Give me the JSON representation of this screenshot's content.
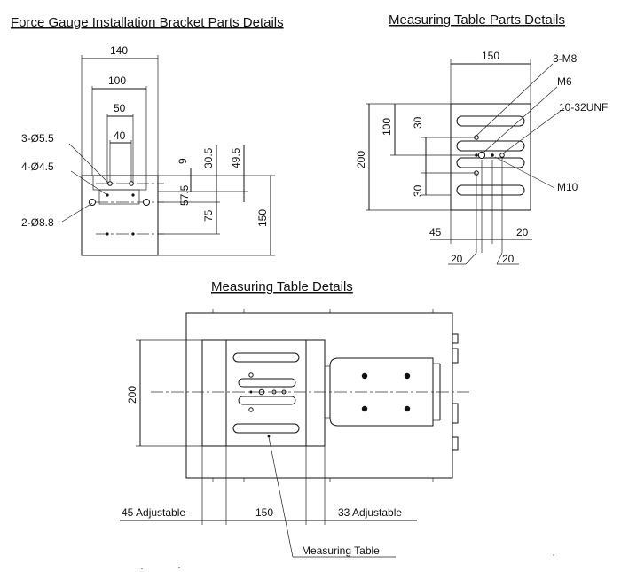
{
  "sections": {
    "bracket": {
      "title": "Force Gauge Installation Bracket Parts Details",
      "dims": {
        "w140": "140",
        "w100": "100",
        "w50": "50",
        "w40": "40",
        "v9": "9",
        "v30_5": "30.5",
        "v49_5": "49.5",
        "v57_5": "57.5",
        "v75": "75",
        "v150": "150"
      },
      "callouts": {
        "c1": "3-Ø5.5",
        "c2": "4-Ø4.5",
        "c3": "2-Ø8.8"
      }
    },
    "table_parts": {
      "title": "Measuring Table Parts Details",
      "dims": {
        "w150": "150",
        "h200": "200",
        "v100": "100",
        "v30a": "30",
        "v30b": "30",
        "b45": "45",
        "b20a": "20",
        "b20b": "20",
        "b20c": "20"
      },
      "callouts": {
        "m8": "3-M8",
        "m6": "M6",
        "unf": "10-32UNF",
        "m10": "M10"
      }
    },
    "table_details": {
      "title": "Measuring Table Details",
      "dims": {
        "h200": "200",
        "w150": "150",
        "adj45": "45 Adjustable",
        "adj33": "33 Adjustable"
      },
      "callouts": {
        "table": "Measuring Table"
      }
    }
  }
}
